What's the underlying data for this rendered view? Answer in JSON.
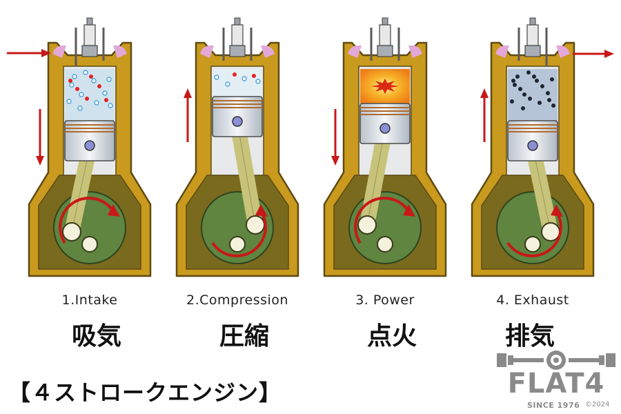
{
  "strokes": [
    {
      "label": "1.Intake",
      "label_jp": "吸気",
      "piston_motion": "down",
      "phase": "intake"
    },
    {
      "label": "2.Compression",
      "label_jp": "圧縮",
      "piston_motion": "up",
      "phase": "compression"
    },
    {
      "label": "3. Power",
      "label_jp": "点火",
      "piston_motion": "down",
      "phase": "power"
    },
    {
      "label": "4. Exhaust",
      "label_jp": "排気",
      "piston_motion": "up",
      "phase": "exhaust"
    }
  ],
  "title": "【４ストロークエンジン】",
  "logo": {
    "wordmark": "FLAT4",
    "since": "SINCE 1976",
    "copyright": "©2024"
  },
  "colors": {
    "casing": "#c99a1e",
    "casing_outline": "#5e4a12",
    "crankcase": "#7a6a1e",
    "cylinder_bg": "#e7e9ea",
    "piston": "#dfe4ea",
    "rod": "#c8c37a",
    "crank": "#5f8540",
    "arrow": "#c81818",
    "intake_mix": "#a9cbe0",
    "explosion": "#f59a1a",
    "exhaust_gas": "#b5c4d6"
  }
}
